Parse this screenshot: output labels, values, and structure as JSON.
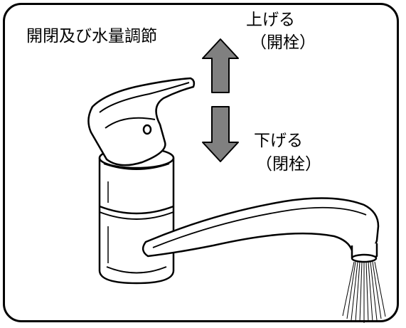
{
  "labels": {
    "operation": "開閉及び水量調節",
    "up": "上げる",
    "up_sub": "（開栓）",
    "down": "下げる",
    "down_sub": "（閉栓）"
  },
  "colors": {
    "frame": "#000000",
    "arrow_fill": "#808080",
    "line": "#000000",
    "background": "#ffffff"
  },
  "icons": {
    "up": "arrow-up-icon",
    "down": "arrow-down-icon",
    "faucet": "single-lever-faucet"
  }
}
